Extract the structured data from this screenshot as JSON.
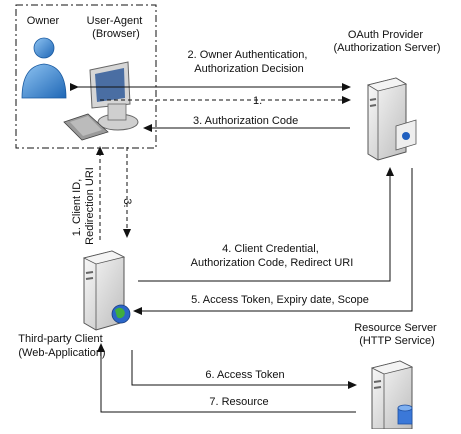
{
  "nodes": {
    "owner": "Owner",
    "user_agent": [
      "User-Agent",
      "(Browser)"
    ],
    "oauth_provider": [
      "OAuth Provider",
      "(Authorization Server)"
    ],
    "client": [
      "Third-party Client",
      "(Web-Application)"
    ],
    "resource_server": [
      "Resource Server",
      "(HTTP Service)"
    ]
  },
  "steps": {
    "s1_client": [
      "1. Client ID,",
      "Redirection URI"
    ],
    "s1": "1.",
    "s2": [
      "2. Owner Authentication,",
      "Authorization Decision"
    ],
    "s3_code": "3. Authorization Code",
    "s3": "3.",
    "s4": [
      "4. Client Credential,",
      "Authorization Code, Redirect URI"
    ],
    "s5": "5. Access Token, Expiry date, Scope",
    "s6": "6. Access Token",
    "s7": "7. Resource"
  },
  "colors": {
    "line": "#111111",
    "server_body": "#e4e4e4",
    "owner_icon": "#3f8fd6",
    "monitor_screen": "#4a6ea3"
  }
}
